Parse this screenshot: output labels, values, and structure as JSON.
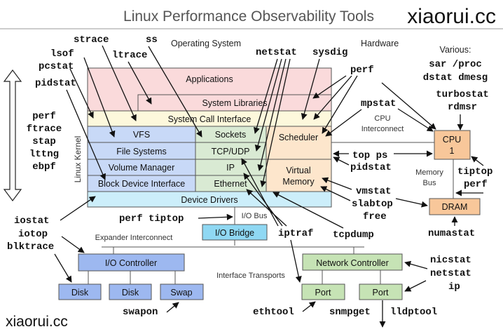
{
  "title": "Linux Performance Observability Tools",
  "brand": "xiaorui.cc",
  "labels": {
    "operating_system": "Operating System",
    "hardware": "Hardware",
    "linux_kernel": "Linux Kernel",
    "cpu_interconnect_1": "CPU",
    "cpu_interconnect_2": "Interconnect",
    "memory_bus_1": "Memory",
    "memory_bus_2": "Bus",
    "io_bus": "I/O Bus",
    "expander_interconnect": "Expander Interconnect",
    "interface_transports": "Interface Transports",
    "various": "Various:"
  },
  "layers": {
    "applications": "Applications",
    "system_libraries": "System Libraries",
    "system_call_interface": "System Call Interface",
    "vfs": "VFS",
    "file_systems": "File Systems",
    "volume_manager": "Volume Manager",
    "block_device_interface": "Block Device Interface",
    "sockets": "Sockets",
    "tcp_udp": "TCP/UDP",
    "ip": "IP",
    "ethernet": "Ethernet",
    "scheduler": "Scheduler",
    "virtual_memory_1": "Virtual",
    "virtual_memory_2": "Memory",
    "device_drivers": "Device Drivers"
  },
  "hardware": {
    "cpu_1": "CPU",
    "cpu_2": "1",
    "dram": "DRAM",
    "io_bridge": "I/O Bridge",
    "io_controller": "I/O Controller",
    "disk1": "Disk",
    "disk2": "Disk",
    "swap": "Swap",
    "network_controller": "Network Controller",
    "port1": "Port",
    "port2": "Port"
  },
  "tools": {
    "strace": "strace",
    "ss": "ss",
    "lsof": "lsof",
    "ltrace": "ltrace",
    "pcstat": "pcstat",
    "pidstat_left": "pidstat",
    "netstat_top": "netstat",
    "sysdig": "sysdig",
    "perf_top": "perf",
    "tracers": [
      "perf",
      "ftrace",
      "stap",
      "lttng",
      "ebpf"
    ],
    "various": [
      "sar /proc",
      "dstat dmesg"
    ],
    "turbostat": "turbostat",
    "rdmsr": "rdmsr",
    "mpstat": "mpstat",
    "top_ps": "top ps",
    "pidstat_right": "pidstat",
    "tiptop_right": "tiptop",
    "perf_right": "perf",
    "vmstat": "vmstat",
    "slabtop": "slabtop",
    "free": "free",
    "numastat": "numastat",
    "perf_tiptop": "perf tiptop",
    "iptraf": "iptraf",
    "tcpdump": "tcpdump",
    "iostat": "iostat",
    "iotop": "iotop",
    "blktrace": "blktrace",
    "swapon": "swapon",
    "nicstat": "nicstat",
    "netstat_bottom": "netstat",
    "ip": "ip",
    "ethtool": "ethtool",
    "snmpget": "snmpget",
    "lldptool": "lldptool"
  },
  "colors": {
    "applications": "#fadadb",
    "syscall": "#fdf8dc",
    "storage": "#c8d9f7",
    "network": "#d9ead3",
    "cpu_mem": "#fde6cc",
    "drivers": "#cceefa",
    "cpu_box": "#f8c79a",
    "io_bridge": "#8fd8f3",
    "io_blue": "#9db8f0",
    "net_green": "#c6e3b5"
  }
}
